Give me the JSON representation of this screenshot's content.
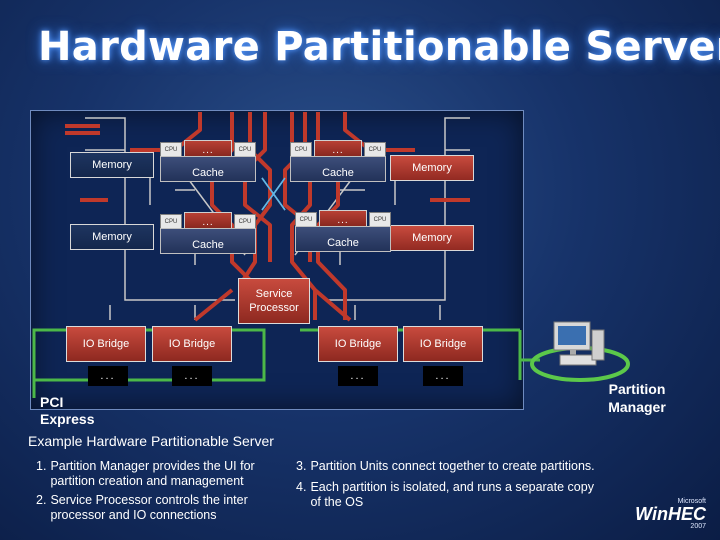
{
  "title": "Hardware Partitionable Server",
  "diagram": {
    "memory_label": "Memory",
    "cache_label": "Cache",
    "cpu_label": "CPU",
    "cpu_ellipsis": "...",
    "service_processor": "Service\nProcessor",
    "io_bridge_label": "IO Bridge",
    "slot_ellipsis": "...",
    "pci_express": "PCI\nExpress",
    "partition_manager": "Partition\nManager"
  },
  "caption": "Example Hardware Partitionable Server",
  "notes": {
    "n1_num": "1.",
    "n1": "Partition Manager provides the UI for partition creation and management",
    "n2_num": "2.",
    "n2": "Service Processor controls the inter processor and IO connections",
    "n3_num": "3.",
    "n3": "Partition Units connect together to create partitions.",
    "n4_num": "4.",
    "n4": "Each partition is isolated, and runs a separate copy of the OS"
  },
  "logo": {
    "brand": "Microsoft",
    "name": "WinHEC",
    "year": "2007"
  },
  "colors": {
    "background": "#17336a",
    "accent_red": "#c0392b",
    "green_ring": "#4cb848",
    "light_gray": "#c8c8c8"
  }
}
